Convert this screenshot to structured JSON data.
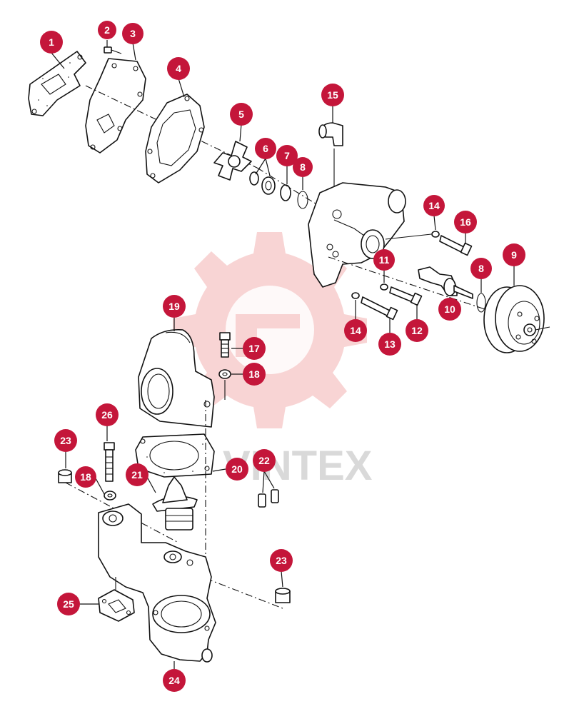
{
  "watermark": {
    "text": "VINTEX",
    "color": "#e8202a"
  },
  "badge_color": "#c4163a",
  "callouts": [
    "1",
    "2",
    "3",
    "4",
    "5",
    "6",
    "7",
    "8",
    "8",
    "9",
    "10",
    "11",
    "12",
    "13",
    "14",
    "14",
    "15",
    "16",
    "17",
    "18",
    "18",
    "19",
    "20",
    "21",
    "22",
    "23",
    "23",
    "24",
    "25",
    "26"
  ]
}
